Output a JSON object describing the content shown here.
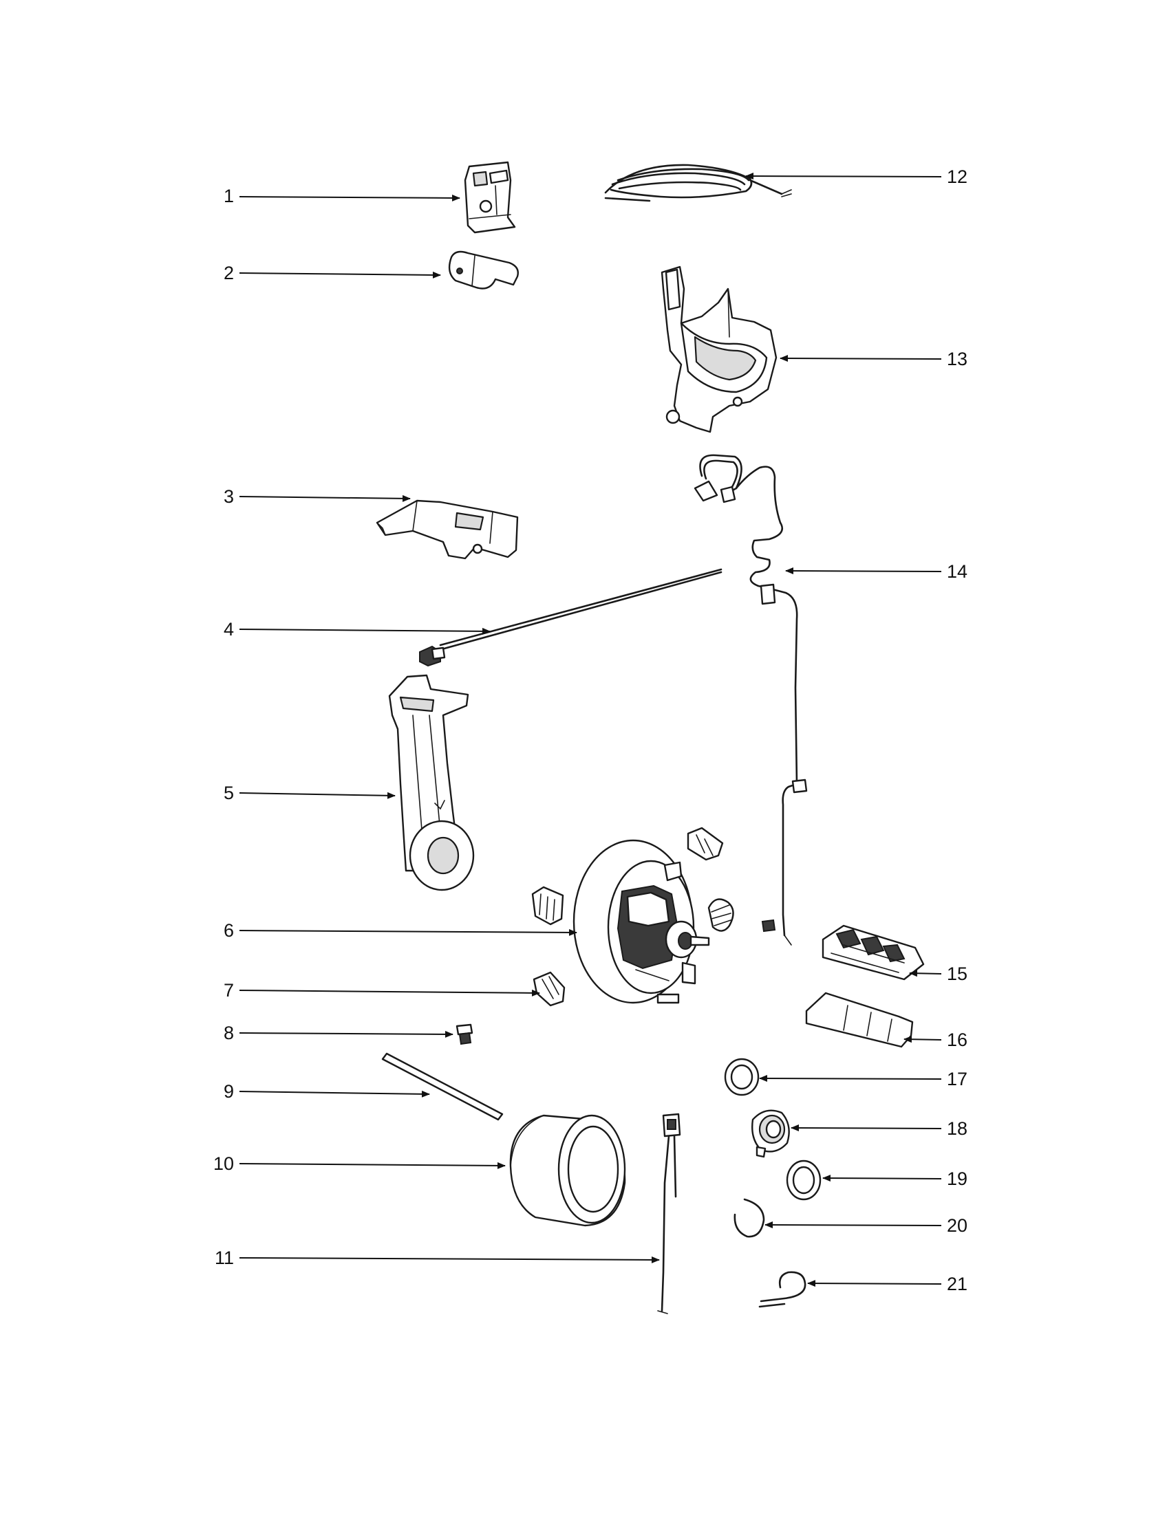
{
  "callouts": [
    {
      "id": "1",
      "label": "1"
    },
    {
      "id": "2",
      "label": "2"
    },
    {
      "id": "3",
      "label": "3"
    },
    {
      "id": "4",
      "label": "4"
    },
    {
      "id": "5",
      "label": "5"
    },
    {
      "id": "6",
      "label": "6"
    },
    {
      "id": "7",
      "label": "7"
    },
    {
      "id": "8",
      "label": "8"
    },
    {
      "id": "9",
      "label": "9"
    },
    {
      "id": "10",
      "label": "10"
    },
    {
      "id": "11",
      "label": "11"
    },
    {
      "id": "12",
      "label": "12"
    },
    {
      "id": "13",
      "label": "13"
    },
    {
      "id": "14",
      "label": "14"
    },
    {
      "id": "15",
      "label": "15"
    },
    {
      "id": "16",
      "label": "16"
    },
    {
      "id": "17",
      "label": "17"
    },
    {
      "id": "18",
      "label": "18"
    },
    {
      "id": "19",
      "label": "19"
    },
    {
      "id": "20",
      "label": "20"
    },
    {
      "id": "21",
      "label": "21"
    }
  ],
  "colors": {
    "ink": "#1a1a1a",
    "paper": "#ffffff"
  }
}
